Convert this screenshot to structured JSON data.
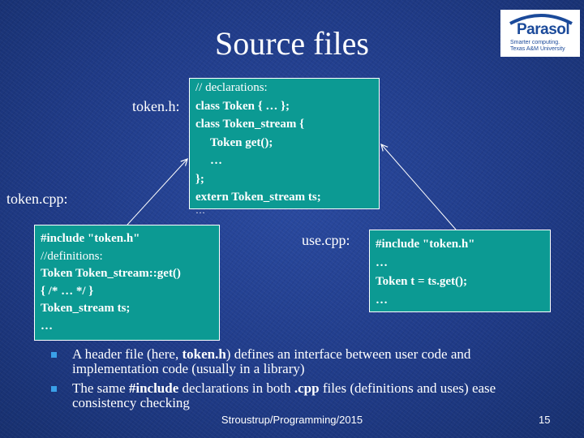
{
  "title": "Source files",
  "logo": {
    "name": "Parasol",
    "tagline1": "Smarter computing.",
    "tagline2": "Texas A&M University"
  },
  "labels": {
    "token_h": "token.h:",
    "token_cpp": "token.cpp:",
    "use_cpp": "use.cpp:"
  },
  "token_h_box": {
    "lines": [
      "// declarations:",
      "class Token { … };",
      "class Token_stream {",
      "Token get();",
      "…",
      "};",
      "extern Token_stream ts;",
      "…"
    ]
  },
  "token_cpp_box": {
    "lines": [
      "#include \"token.h\"",
      "//definitions:",
      "Token Token_stream::get()",
      "{ /* … */ }",
      "Token_stream ts;",
      "…"
    ]
  },
  "use_cpp_box": {
    "lines": [
      "#include \"token.h\"",
      "…",
      "Token t = ts.get();",
      "…"
    ]
  },
  "bullets": [
    {
      "pre": "A header file (here, ",
      "bold": "token.h",
      "post": ") defines an interface between user code and implementation code (usually in a library)"
    },
    {
      "pre": " The same ",
      "bold": "#include",
      "mid": " declarations in both ",
      "bold2": ".cpp",
      "post": " files (definitions and uses) ease consistency checking"
    }
  ],
  "footer": {
    "credit": "Stroustrup/Programming/2015",
    "page": "15"
  }
}
